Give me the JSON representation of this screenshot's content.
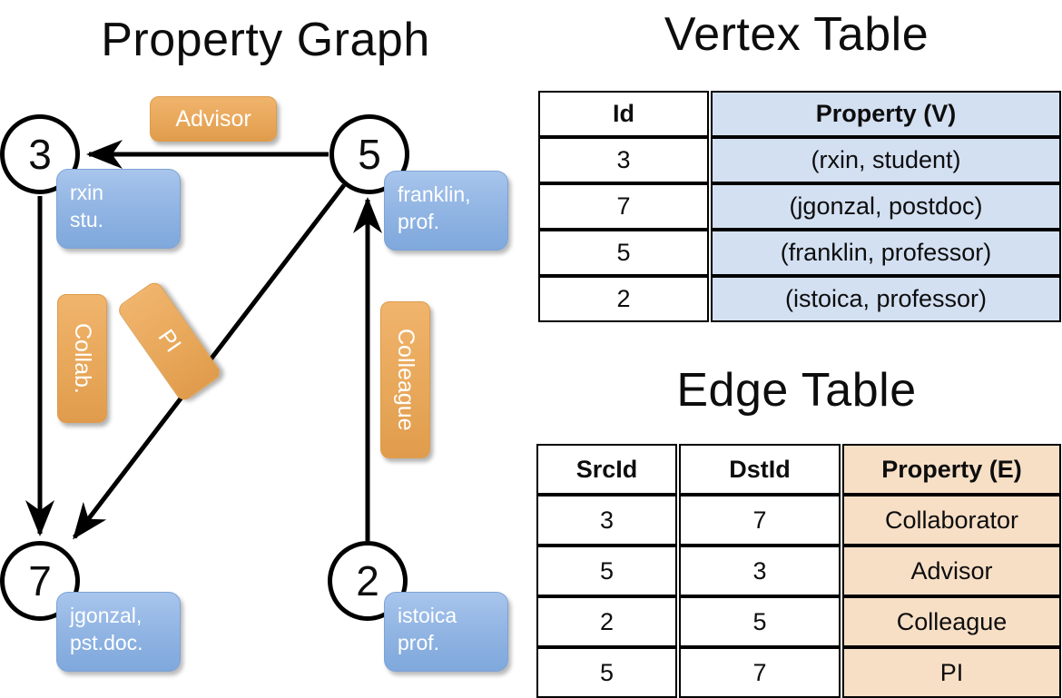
{
  "titles": {
    "property_graph": "Property Graph",
    "vertex_table": "Vertex Table",
    "edge_table": "Edge Table"
  },
  "colors": {
    "vertex_property_fill": "#d3e0f2",
    "edge_property_fill": "#f7dfc6",
    "node_box_fill": "#93b6e4",
    "edge_label_fill": "#e9a95c",
    "stroke": "#000000",
    "label_text": "#ffffff"
  },
  "graph": {
    "nodes": [
      {
        "id": "3",
        "label": "3",
        "prop_line1": "rxin",
        "prop_line2": "stu."
      },
      {
        "id": "5",
        "label": "5",
        "prop_line1": "franklin,",
        "prop_line2": "prof."
      },
      {
        "id": "7",
        "label": "7",
        "prop_line1": "jgonzal,",
        "prop_line2": "pst.doc."
      },
      {
        "id": "2",
        "label": "2",
        "prop_line1": "istoica",
        "prop_line2": "prof."
      }
    ],
    "edge_labels": [
      {
        "name": "advisor",
        "text": "Advisor",
        "orientation": "horizontal"
      },
      {
        "name": "collab",
        "text": "Collab.",
        "orientation": "vertical"
      },
      {
        "name": "pi",
        "text": "PI",
        "orientation": "diagonal"
      },
      {
        "name": "colleague",
        "text": "Colleague",
        "orientation": "vertical"
      }
    ],
    "edges": [
      {
        "from": "5",
        "to": "3",
        "label": "Advisor"
      },
      {
        "from": "3",
        "to": "7",
        "label": "Collab."
      },
      {
        "from": "5",
        "to": "7",
        "label": "PI"
      },
      {
        "from": "2",
        "to": "5",
        "label": "Colleague"
      }
    ]
  },
  "vertex_table": {
    "headers": [
      "Id",
      "Property (V)"
    ],
    "rows": [
      {
        "id": "3",
        "property": "(rxin, student)"
      },
      {
        "id": "7",
        "property": "(jgonzal, postdoc)"
      },
      {
        "id": "5",
        "property": "(franklin, professor)"
      },
      {
        "id": "2",
        "property": "(istoica, professor)"
      }
    ]
  },
  "edge_table": {
    "headers": [
      "SrcId",
      "DstId",
      "Property (E)"
    ],
    "rows": [
      {
        "src": "3",
        "dst": "7",
        "property": "Collaborator"
      },
      {
        "src": "5",
        "dst": "3",
        "property": "Advisor"
      },
      {
        "src": "2",
        "dst": "5",
        "property": "Colleague"
      },
      {
        "src": "5",
        "dst": "7",
        "property": "PI"
      }
    ]
  }
}
